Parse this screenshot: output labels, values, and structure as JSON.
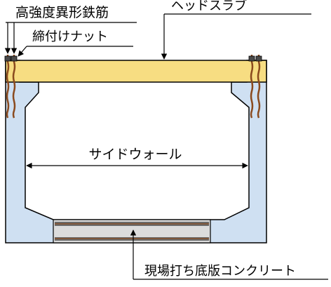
{
  "labels": {
    "rebar": "高強度異形鉄筋",
    "nut": "締付けナット",
    "head_slab": "ヘッドスラブ",
    "side_wall": "サイドウォール",
    "base_slab": "現場打ち底版コンクリート"
  },
  "colors": {
    "wall_fill": "#cfe0f2",
    "head_slab_fill": "#f7dd82",
    "rebar": "#8a4a1e",
    "base_band": "#6b6b6b",
    "base_fill": "#dcdcdc",
    "outline": "#000000"
  }
}
